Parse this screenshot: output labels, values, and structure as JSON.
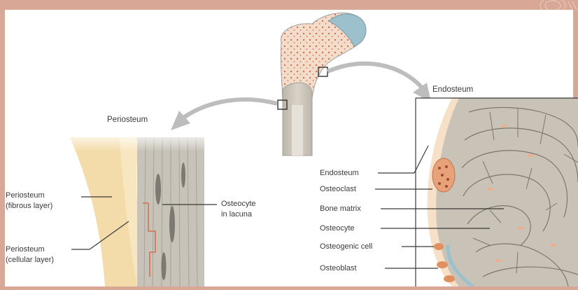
{
  "diagram": {
    "labels": {
      "periosteum_title": "Periosteum",
      "endosteum_title": "Endosteum",
      "periosteum_fibrous_1": "Periosteum",
      "periosteum_fibrous_2": "(fibrous layer)",
      "periosteum_cellular_1": "Periosteum",
      "periosteum_cellular_2": "(cellular layer)",
      "osteocyte_lacuna_1": "Osteocyte",
      "osteocyte_lacuna_2": "in lacuna",
      "endosteum": "Endosteum",
      "osteoclast": "Osteoclast",
      "bone_matrix": "Bone matrix",
      "osteocyte": "Osteocyte",
      "osteogenic_cell": "Osteogenic cell",
      "osteoblast": "Osteoblast"
    },
    "colors": {
      "frame": "#d9a795",
      "background": "#ffffff",
      "compact_bone": "#c9c2b6",
      "spongy_bone": "#f2d3bd",
      "cartilage": "#8fb7c4",
      "periosteum": "#f3dcaa",
      "osteoclast": "#e8a27a",
      "arrow": "#b9b9b9",
      "line": "#3a3a3a"
    }
  }
}
